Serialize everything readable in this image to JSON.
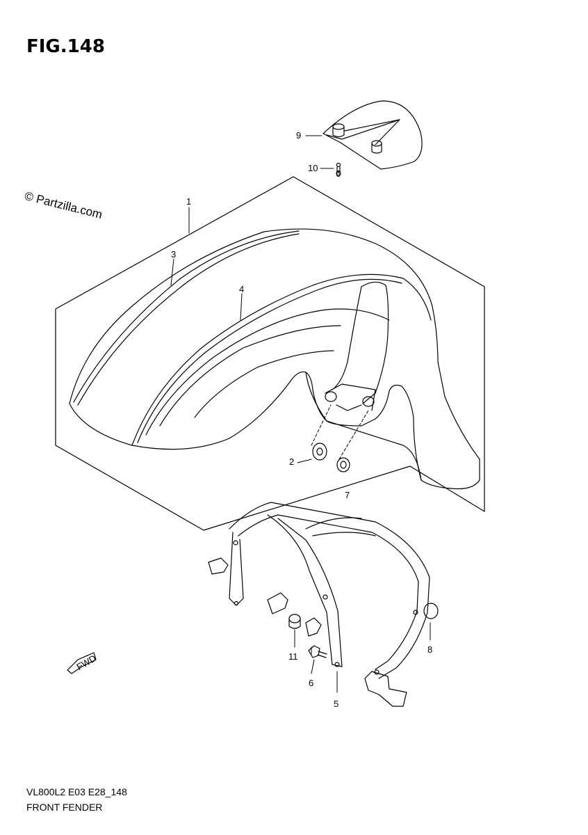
{
  "figure": {
    "title": "FIG.148"
  },
  "watermark": "© Partzilla.com",
  "callouts": {
    "c1": "1",
    "c2": "2",
    "c3": "3",
    "c4": "4",
    "c5": "5",
    "c6a": "6",
    "c6b": "6",
    "c7": "7",
    "c8": "8",
    "c9": "9",
    "c10": "10",
    "c11": "11"
  },
  "direction_marker": "FWD",
  "footer": {
    "code": "VL800L2 E03 E28_148",
    "name": "FRONT FENDER"
  }
}
